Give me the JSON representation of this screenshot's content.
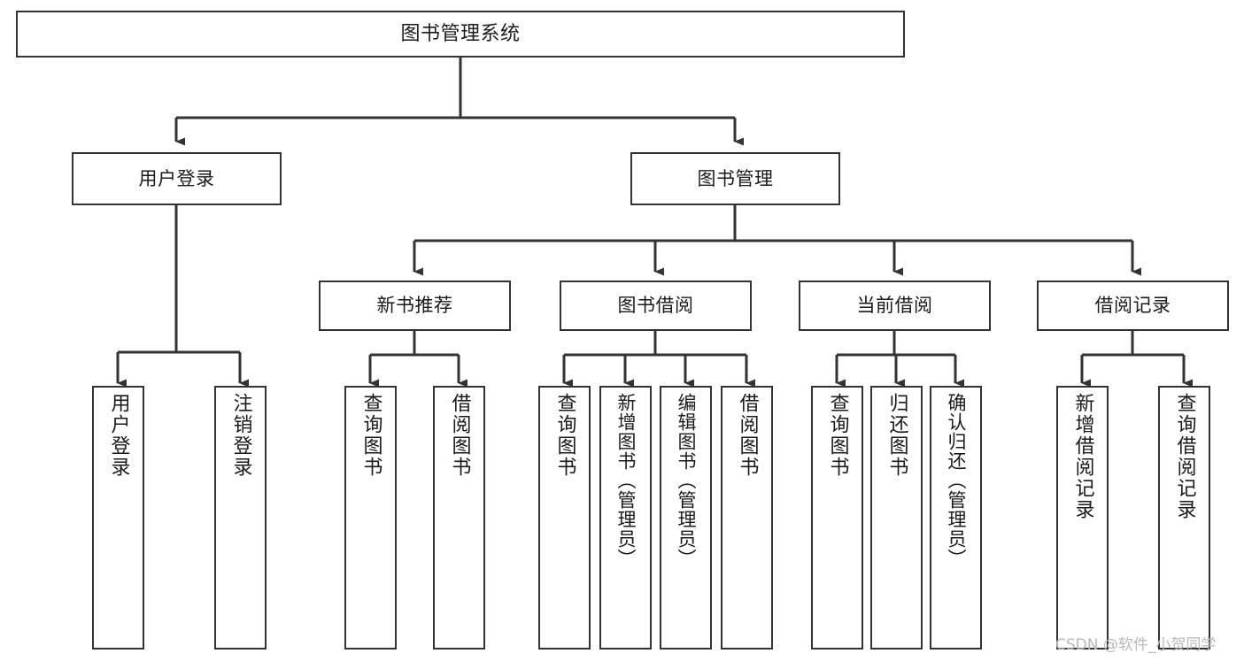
{
  "diagram": {
    "type": "tree",
    "title": "图书管理系统",
    "orientation": "top-down",
    "colors": {
      "background": "#ffffff",
      "node_border": "#333333",
      "node_fill": "#ffffff",
      "edge": "#333333",
      "text": "#1a1a1a",
      "watermark": "#b9b9b9"
    },
    "root": {
      "id": "root",
      "label": "图书管理系统"
    },
    "level1": [
      {
        "id": "user-login",
        "label": "用户登录"
      },
      {
        "id": "book-manage",
        "label": "图书管理"
      }
    ],
    "level2": [
      {
        "id": "new-book-rec",
        "label": "新书推荐",
        "parent": "book-manage"
      },
      {
        "id": "book-borrow",
        "label": "图书借阅",
        "parent": "book-manage"
      },
      {
        "id": "current-borrow",
        "label": "当前借阅",
        "parent": "book-manage"
      },
      {
        "id": "borrow-record",
        "label": "借阅记录",
        "parent": "book-manage"
      }
    ],
    "leaves": [
      {
        "id": "leaf-user-login",
        "label": "用户登录",
        "parent": "user-login"
      },
      {
        "id": "leaf-user-logout",
        "label": "注销登录",
        "parent": "user-login"
      },
      {
        "id": "leaf-rec-query",
        "label": "查询图书",
        "parent": "new-book-rec"
      },
      {
        "id": "leaf-rec-borrow",
        "label": "借阅图书",
        "parent": "new-book-rec"
      },
      {
        "id": "leaf-borrow-query",
        "label": "查询图书",
        "parent": "book-borrow"
      },
      {
        "id": "leaf-borrow-add",
        "label": "新增图书（管理员）",
        "parent": "book-borrow"
      },
      {
        "id": "leaf-borrow-edit",
        "label": "编辑图书（管理员）",
        "parent": "book-borrow"
      },
      {
        "id": "leaf-borrow-lend",
        "label": "借阅图书",
        "parent": "book-borrow"
      },
      {
        "id": "leaf-cur-query",
        "label": "查询图书",
        "parent": "current-borrow"
      },
      {
        "id": "leaf-cur-return",
        "label": "归还图书",
        "parent": "current-borrow"
      },
      {
        "id": "leaf-cur-confirm",
        "label": "确认归还（管理员）",
        "parent": "current-borrow"
      },
      {
        "id": "leaf-rec-add",
        "label": "新增借阅记录",
        "parent": "borrow-record"
      },
      {
        "id": "leaf-rec-query2",
        "label": "查询借阅记录",
        "parent": "borrow-record"
      }
    ]
  },
  "watermark": {
    "text": "CSDN @软件_小贺同学"
  }
}
